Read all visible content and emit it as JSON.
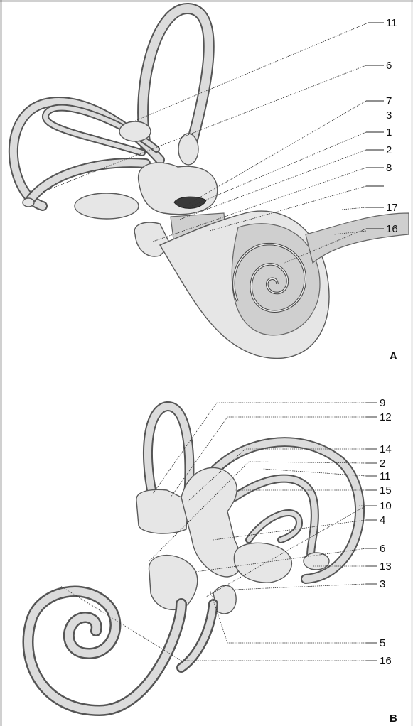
{
  "panelA": {
    "label": "A",
    "callouts": [
      "11",
      "6",
      "7",
      "3",
      "1",
      "2",
      "8",
      "17",
      "16"
    ]
  },
  "panelB": {
    "label": "B",
    "callouts": [
      "9",
      "12",
      "14",
      "2",
      "11",
      "15",
      "10",
      "4",
      "6",
      "13",
      "3",
      "5",
      "16"
    ]
  }
}
